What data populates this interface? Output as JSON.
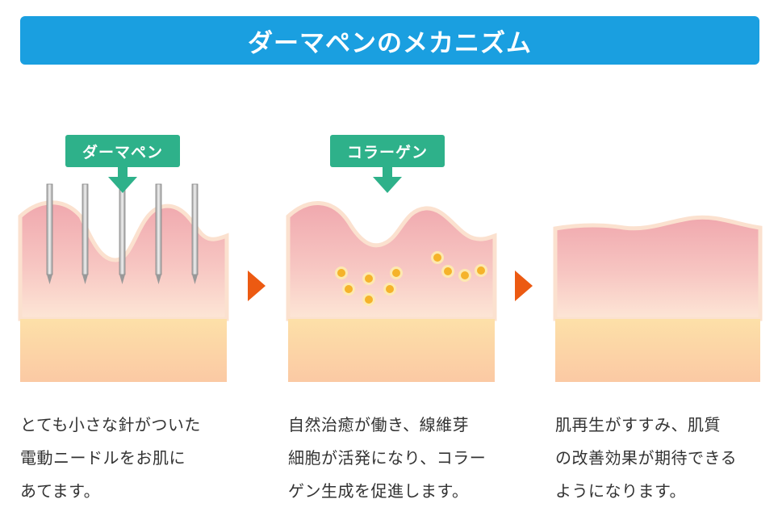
{
  "title": "ダーマペンのメカニズム",
  "panels": [
    {
      "tag": "ダーマペン",
      "caption": [
        "とても小さな針がついた",
        "電動ニードルをお肌に",
        "あてます。"
      ]
    },
    {
      "tag": "コラーゲン",
      "caption": [
        "自然治癒が働き、線維芽",
        "細胞が活発になり、コラー",
        "ゲン生成を促進します。"
      ]
    },
    {
      "tag": "",
      "caption": [
        "肌再生がすすみ、肌質",
        "の改善効果が期待できる",
        "ようになります。"
      ]
    }
  ],
  "colors": {
    "banner": "#1a9fe0",
    "tag": "#2eb18a",
    "arrow": "#ec5a12",
    "skin_top": "#f0a9b0",
    "skin_bottom": "#fde3cf",
    "dermis": "#fdd9a0",
    "collagen": "#f5b32a"
  }
}
